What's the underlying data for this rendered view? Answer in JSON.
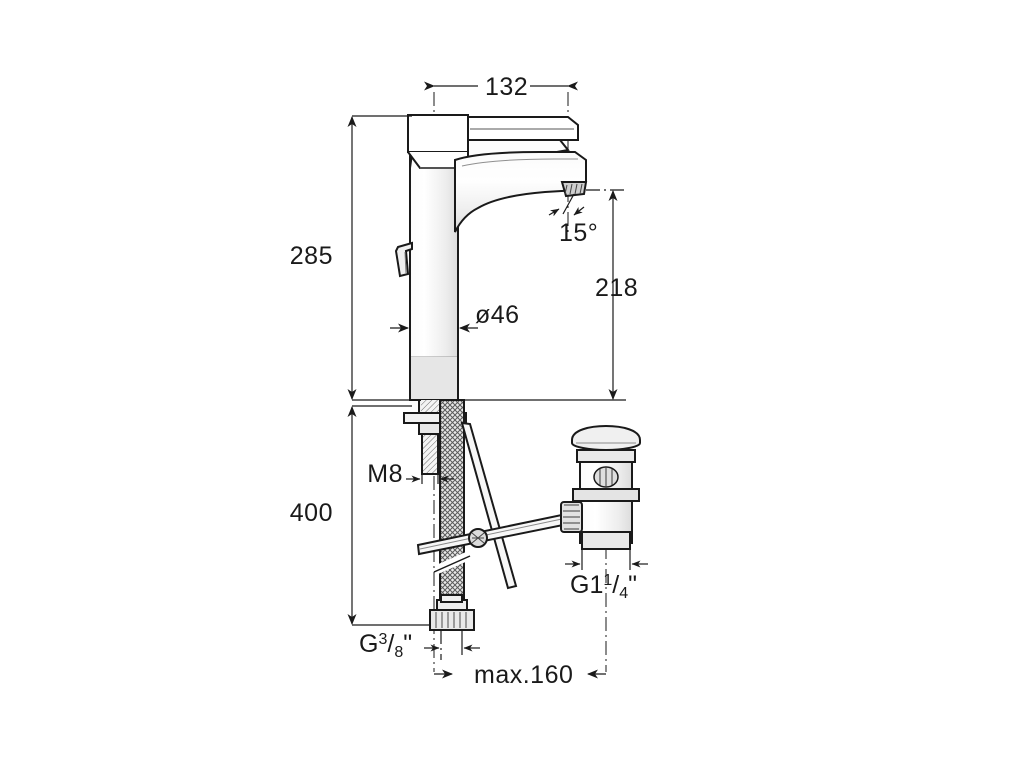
{
  "document": {
    "type": "technical-dimension-drawing",
    "subject": "tall single-lever basin mixer tap with pop-up waste",
    "background_color": "#ffffff",
    "line_color": "#1a1a1a",
    "fill_light": "#f2f2f2",
    "fill_mid": "#d9d9d9"
  },
  "dimensions": {
    "spout_reach": {
      "label": "132",
      "orientation": "horizontal",
      "position": "top"
    },
    "overall_height": {
      "label": "285",
      "orientation": "vertical",
      "position": "left-upper"
    },
    "spout_height": {
      "label": "218",
      "orientation": "vertical",
      "position": "right"
    },
    "body_diameter": {
      "label": "ø46",
      "orientation": "horizontal",
      "position": "mid-body"
    },
    "aerator_angle": {
      "label": "15°",
      "orientation": "angular",
      "position": "spout-tip"
    },
    "supply_length": {
      "label": "400",
      "orientation": "vertical",
      "position": "left-lower"
    },
    "stud_thread": {
      "label": "M8",
      "orientation": "horizontal",
      "position": "mounting-stud"
    },
    "inlet_thread": {
      "label": "G³/₈\"",
      "label_parts": {
        "prefix": "G",
        "numerator": "3",
        "denominator": "8",
        "suffix": "\""
      },
      "orientation": "horizontal",
      "position": "hose-end"
    },
    "waste_thread": {
      "label": "G1¹/₄\"",
      "label_parts": {
        "prefix": "G1",
        "numerator": "1",
        "denominator": "4",
        "suffix": "\""
      },
      "orientation": "horizontal",
      "position": "pop-up-waste"
    },
    "rod_spacing": {
      "label": "max.160",
      "orientation": "horizontal",
      "position": "bottom"
    }
  },
  "parts": [
    {
      "name": "lever-handle",
      "description": "flat horizontal single lever on top of body"
    },
    {
      "name": "mixer-body",
      "description": "tall cylindrical column, ø46"
    },
    {
      "name": "spout",
      "description": "tapered horizontal spout with angled aerator"
    },
    {
      "name": "aerator",
      "description": "outlet tip inclined 15°"
    },
    {
      "name": "pop-up-lever",
      "description": "small side lever on body for waste operation"
    },
    {
      "name": "mounting-washer",
      "description": "flat deck washer under basin"
    },
    {
      "name": "mounting-stud",
      "description": "M8 threaded stud"
    },
    {
      "name": "flexible-hose",
      "description": "braided flexible supply hose, 400 long"
    },
    {
      "name": "hose-connector",
      "description": "G3/8\" hose end connector"
    },
    {
      "name": "pop-up-rod",
      "description": "vertical lift rod and horizontal pull rod linkage"
    },
    {
      "name": "rod-clamp",
      "description": "cross clamp joining lift rod and pull rod"
    },
    {
      "name": "pop-up-waste-body",
      "description": "brass pop-up waste with cap, G1¼\" tailpiece"
    },
    {
      "name": "waste-cap",
      "description": "domed waste plug cap"
    },
    {
      "name": "waste-gland-nut",
      "description": "knurled gland nut for pull rod"
    }
  ]
}
